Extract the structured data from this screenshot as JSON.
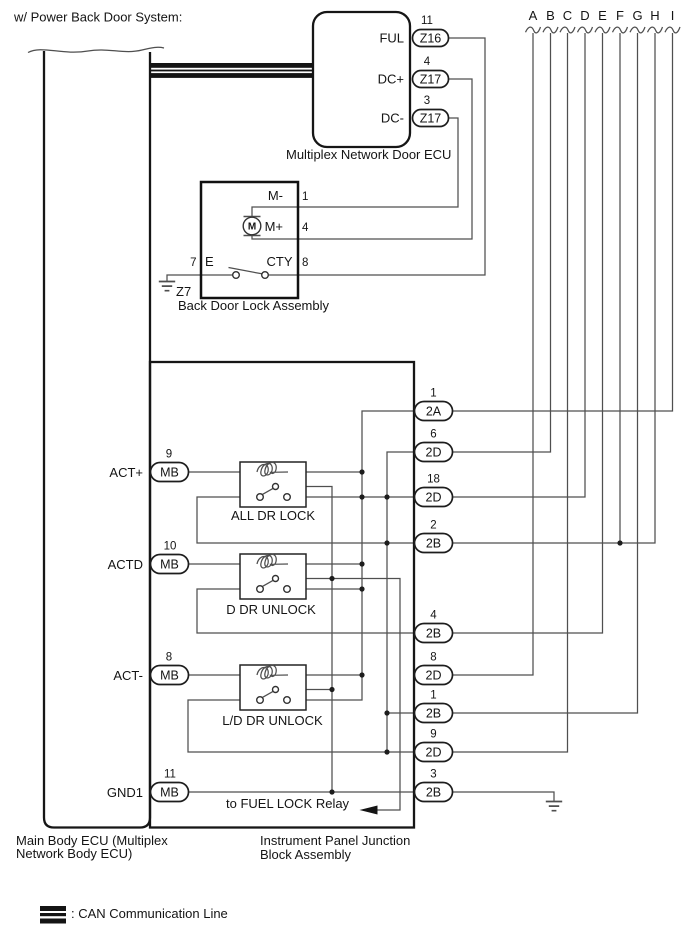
{
  "page": {
    "title": "w/ Power Back Door System:"
  },
  "colors": {
    "wire": "#4f4f4f",
    "box": "#161616",
    "text": "#141414",
    "background": "#ffffff"
  },
  "branches": {
    "labels": [
      "A",
      "B",
      "C",
      "D",
      "E",
      "F",
      "G",
      "H",
      "I"
    ]
  },
  "door_ecu": {
    "name": "Multiplex Network Door ECU",
    "pins": [
      {
        "signal": "FUL",
        "pin": "11",
        "connector": "Z16"
      },
      {
        "signal": "DC+",
        "pin": "4",
        "connector": "Z17"
      },
      {
        "signal": "DC-",
        "pin": "3",
        "connector": "Z17"
      }
    ]
  },
  "back_door_lock": {
    "name": "Back Door Lock Assembly",
    "motor_label": "M",
    "ground_code": "Z7",
    "pins": [
      {
        "signal": "M-",
        "pin": "1"
      },
      {
        "signal": "M+",
        "pin": "4"
      },
      {
        "signal": "E",
        "pin": "7"
      },
      {
        "signal": "CTY",
        "pin": "8"
      }
    ]
  },
  "main_body_ecu": {
    "name_line1": "Main Body ECU (Multiplex",
    "name_line2": "Network Body ECU)",
    "pins": [
      {
        "signal": "ACT+",
        "pin": "9",
        "connector": "MB"
      },
      {
        "signal": "ACTD",
        "pin": "10",
        "connector": "MB"
      },
      {
        "signal": "ACT-",
        "pin": "8",
        "connector": "MB"
      },
      {
        "signal": "GND1",
        "pin": "11",
        "connector": "MB"
      }
    ]
  },
  "junction_block": {
    "name_line1": "Instrument Panel Junction",
    "name_line2": "Block Assembly",
    "note": "to FUEL LOCK Relay",
    "relays": [
      {
        "name": "ALL DR LOCK"
      },
      {
        "name": "D DR UNLOCK"
      },
      {
        "name": "L/D DR UNLOCK"
      }
    ],
    "connectors": [
      {
        "pin": "1",
        "code": "2A"
      },
      {
        "pin": "6",
        "code": "2D"
      },
      {
        "pin": "18",
        "code": "2D"
      },
      {
        "pin": "2",
        "code": "2B"
      },
      {
        "pin": "4",
        "code": "2B"
      },
      {
        "pin": "8",
        "code": "2D"
      },
      {
        "pin": "1",
        "code": "2B"
      },
      {
        "pin": "9",
        "code": "2D"
      },
      {
        "pin": "3",
        "code": "2B"
      }
    ]
  },
  "legend": {
    "text": ": CAN Communication Line"
  }
}
